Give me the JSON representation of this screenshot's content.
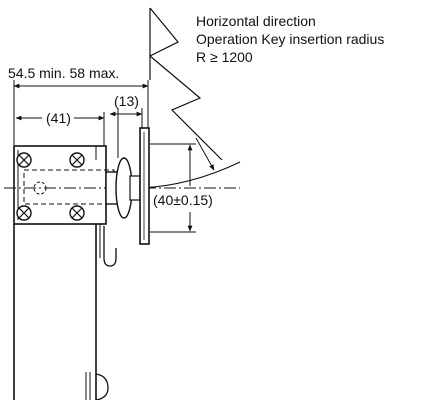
{
  "drawing": {
    "note_line_1": "Horizontal direction",
    "note_line_2": "Operation Key insertion radius",
    "note_line_3": "R ≥ 1200",
    "dim_overall": "54.5 min. 58 max.",
    "dim_body_depth": "(41)",
    "dim_key_offset": "(13)",
    "dim_key_height": "(40±0.15)"
  }
}
